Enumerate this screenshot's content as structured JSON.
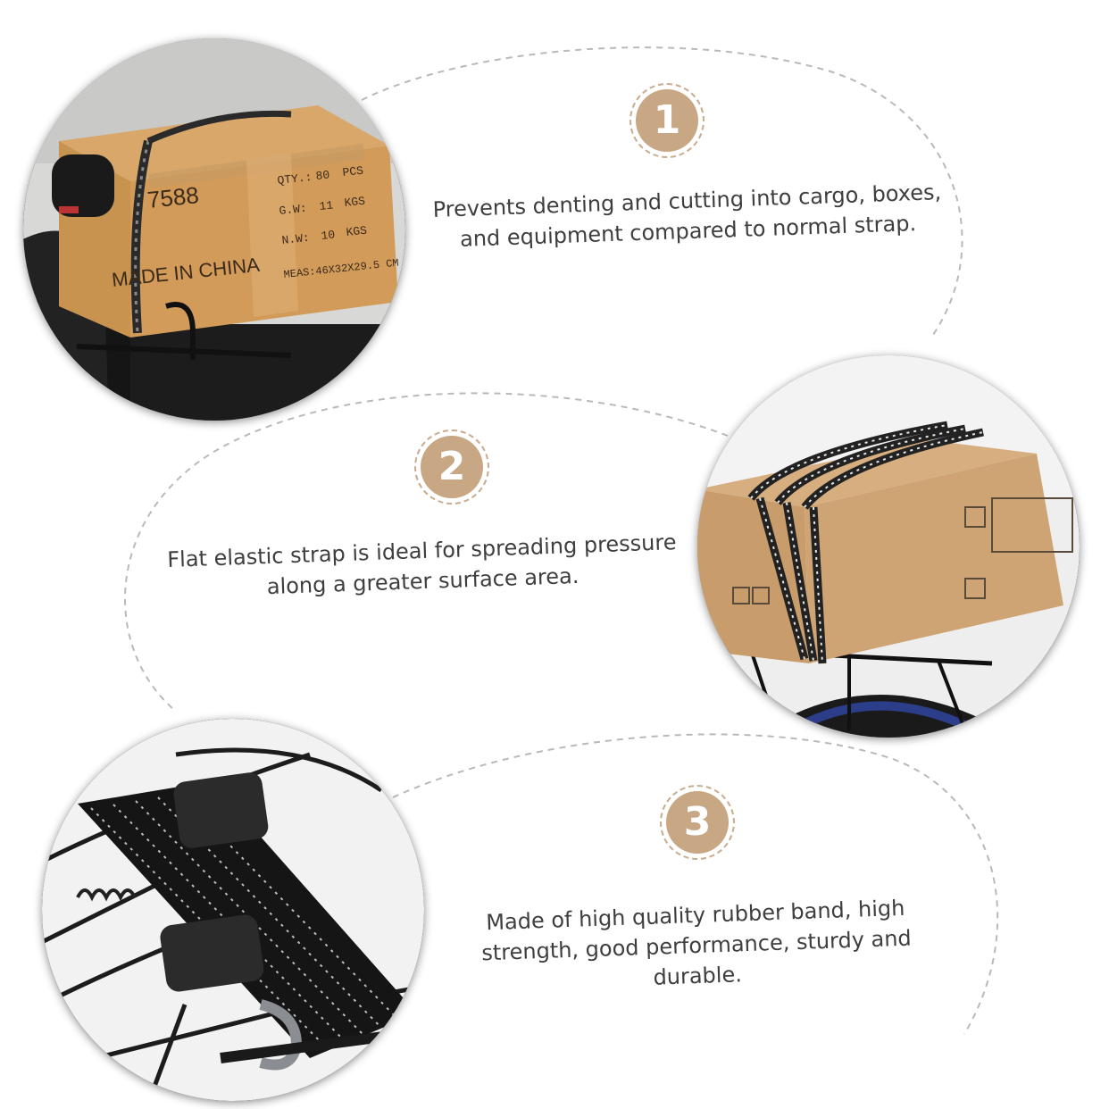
{
  "colors": {
    "accent": "#c8a785",
    "dash": "#b9b9b9",
    "text": "#3e3e3e"
  },
  "features": [
    {
      "number": "1",
      "lines": [
        "Prevents denting and cutting into cargo, boxes,",
        "and equipment compared to normal strap."
      ]
    },
    {
      "number": "2",
      "lines": [
        "Flat elastic strap is ideal for spreading pressure",
        "along a greater surface area."
      ]
    },
    {
      "number": "3",
      "lines": [
        "Made of high quality rubber band, high",
        "strength, good performance, sturdy and",
        "durable."
      ]
    }
  ],
  "box_print": {
    "code": "7588",
    "qty_label": "QTY.:",
    "qty_value": "80",
    "qty_unit": "PCS",
    "gw_label": "G.W:",
    "gw_value": "11",
    "gw_unit": "KGS",
    "nw_label": "N.W:",
    "nw_value": "10",
    "nw_unit": "KGS",
    "meas": "MEAS:46X32X29.5 CM",
    "made_in": "MADE IN CHINA"
  }
}
